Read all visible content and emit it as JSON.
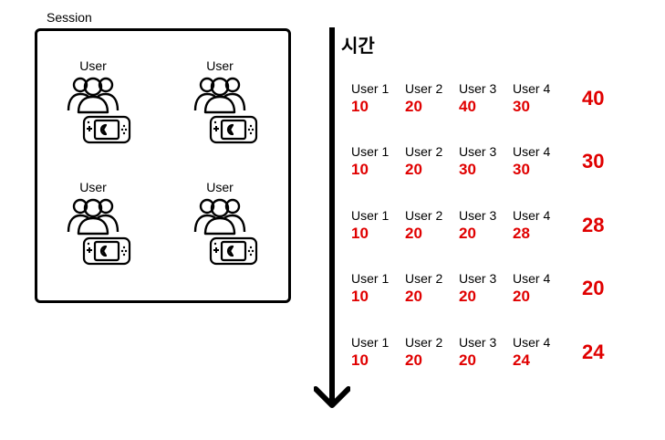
{
  "session": {
    "label": "Session",
    "users": [
      {
        "label": "User"
      },
      {
        "label": "User"
      },
      {
        "label": "User"
      },
      {
        "label": "User"
      }
    ]
  },
  "timeline": {
    "title": "시간"
  },
  "rows": [
    {
      "cells": [
        {
          "user": "User 1",
          "value": "10"
        },
        {
          "user": "User 2",
          "value": "20"
        },
        {
          "user": "User 3",
          "value": "40"
        },
        {
          "user": "User 4",
          "value": "30"
        }
      ],
      "max": "40"
    },
    {
      "cells": [
        {
          "user": "User 1",
          "value": "10"
        },
        {
          "user": "User 2",
          "value": "20"
        },
        {
          "user": "User 3",
          "value": "30"
        },
        {
          "user": "User 4",
          "value": "30"
        }
      ],
      "max": "30"
    },
    {
      "cells": [
        {
          "user": "User 1",
          "value": "10"
        },
        {
          "user": "User 2",
          "value": "20"
        },
        {
          "user": "User 3",
          "value": "20"
        },
        {
          "user": "User 4",
          "value": "28"
        }
      ],
      "max": "28"
    },
    {
      "cells": [
        {
          "user": "User 1",
          "value": "10"
        },
        {
          "user": "User 2",
          "value": "20"
        },
        {
          "user": "User 3",
          "value": "20"
        },
        {
          "user": "User 4",
          "value": "20"
        }
      ],
      "max": "20"
    },
    {
      "cells": [
        {
          "user": "User 1",
          "value": "10"
        },
        {
          "user": "User 2",
          "value": "20"
        },
        {
          "user": "User 3",
          "value": "20"
        },
        {
          "user": "User 4",
          "value": "24"
        }
      ],
      "max": "24"
    }
  ],
  "colors": {
    "value_text": "#e00000",
    "outline": "#000000"
  },
  "icons": {
    "user": "people-group-icon",
    "device": "handheld-console-icon"
  }
}
